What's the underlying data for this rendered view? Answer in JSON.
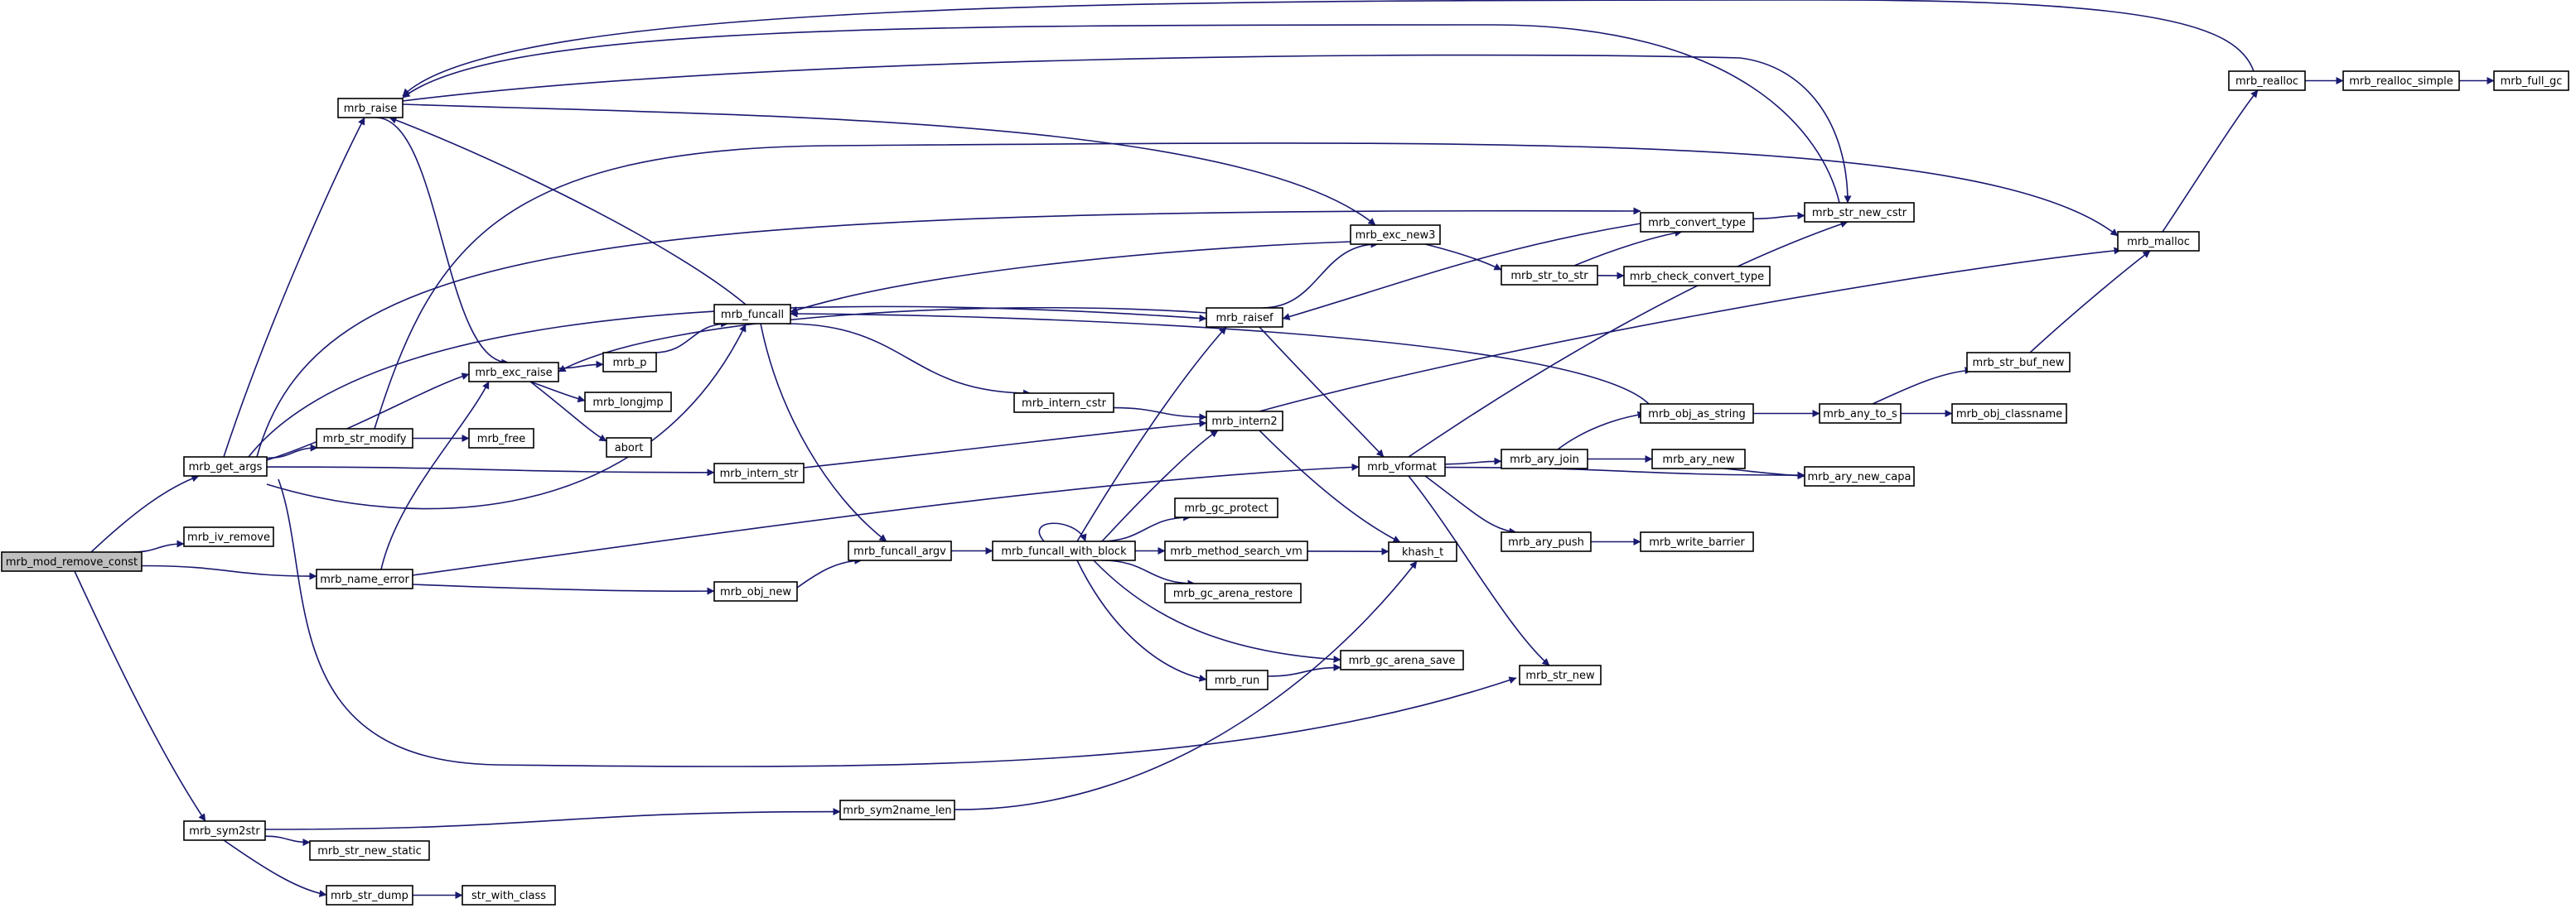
{
  "graph": {
    "colors": {
      "edge": "#191970",
      "node_border": "#000000",
      "truncated_border": "#ff0000",
      "root_fill": "#bfbfbf",
      "node_fill": "#ffffff"
    },
    "nodes": [
      {
        "id": "mrb_mod_remove_const",
        "label": "mrb_mod_remove_const",
        "root": true
      },
      {
        "id": "mrb_get_args",
        "label": "mrb_get_args"
      },
      {
        "id": "mrb_iv_remove",
        "label": "mrb_iv_remove"
      },
      {
        "id": "mrb_name_error",
        "label": "mrb_name_error"
      },
      {
        "id": "mrb_sym2str",
        "label": "mrb_sym2str"
      },
      {
        "id": "mrb_raise",
        "label": "mrb_raise"
      },
      {
        "id": "mrb_str_modify",
        "label": "mrb_str_modify"
      },
      {
        "id": "mrb_exc_raise",
        "label": "mrb_exc_raise"
      },
      {
        "id": "mrb_p",
        "label": "mrb_p"
      },
      {
        "id": "mrb_longjmp",
        "label": "mrb_longjmp"
      },
      {
        "id": "abort",
        "label": "abort"
      },
      {
        "id": "mrb_free",
        "label": "mrb_free"
      },
      {
        "id": "mrb_funcall",
        "label": "mrb_funcall"
      },
      {
        "id": "mrb_intern_str",
        "label": "mrb_intern_str"
      },
      {
        "id": "mrb_obj_new",
        "label": "mrb_obj_new"
      },
      {
        "id": "mrb_intern_cstr",
        "label": "mrb_intern_cstr"
      },
      {
        "id": "mrb_funcall_argv",
        "label": "mrb_funcall_argv"
      },
      {
        "id": "mrb_funcall_with_block",
        "label": "mrb_funcall_with_block"
      },
      {
        "id": "mrb_intern2",
        "label": "mrb_intern2"
      },
      {
        "id": "mrb_raisef",
        "label": "mrb_raisef"
      },
      {
        "id": "mrb_exc_new3",
        "label": "mrb_exc_new3"
      },
      {
        "id": "mrb_gc_protect",
        "label": "mrb_gc_protect"
      },
      {
        "id": "mrb_method_search_vm",
        "label": "mrb_method_search_vm"
      },
      {
        "id": "mrb_gc_arena_restore",
        "label": "mrb_gc_arena_restore"
      },
      {
        "id": "mrb_gc_arena_save",
        "label": "mrb_gc_arena_save"
      },
      {
        "id": "mrb_run",
        "label": "mrb_run"
      },
      {
        "id": "khash_t",
        "label": "khash_t"
      },
      {
        "id": "mrb_vformat",
        "label": "mrb_vformat"
      },
      {
        "id": "mrb_str_new",
        "label": "mrb_str_new"
      },
      {
        "id": "mrb_str_to_str",
        "label": "mrb_str_to_str"
      },
      {
        "id": "mrb_convert_type",
        "label": "mrb_convert_type"
      },
      {
        "id": "mrb_check_convert_type",
        "label": "mrb_check_convert_type"
      },
      {
        "id": "mrb_str_new_cstr",
        "label": "mrb_str_new_cstr"
      },
      {
        "id": "mrb_ary_join",
        "label": "mrb_ary_join"
      },
      {
        "id": "mrb_ary_new",
        "label": "mrb_ary_new"
      },
      {
        "id": "mrb_ary_new_capa",
        "label": "mrb_ary_new_capa"
      },
      {
        "id": "mrb_ary_push",
        "label": "mrb_ary_push"
      },
      {
        "id": "mrb_write_barrier",
        "label": "mrb_write_barrier"
      },
      {
        "id": "mrb_obj_as_string",
        "label": "mrb_obj_as_string"
      },
      {
        "id": "mrb_any_to_s",
        "label": "mrb_any_to_s",
        "truncated": true
      },
      {
        "id": "mrb_obj_classname",
        "label": "mrb_obj_classname",
        "truncated": true
      },
      {
        "id": "mrb_str_buf_new",
        "label": "mrb_str_buf_new"
      },
      {
        "id": "mrb_malloc",
        "label": "mrb_malloc"
      },
      {
        "id": "mrb_realloc",
        "label": "mrb_realloc"
      },
      {
        "id": "mrb_realloc_simple",
        "label": "mrb_realloc_simple"
      },
      {
        "id": "mrb_full_gc",
        "label": "mrb_full_gc"
      },
      {
        "id": "mrb_sym2name_len",
        "label": "mrb_sym2name_len"
      },
      {
        "id": "mrb_str_new_static",
        "label": "mrb_str_new_static"
      },
      {
        "id": "mrb_str_dump",
        "label": "mrb_str_dump"
      },
      {
        "id": "str_with_class",
        "label": "str_with_class"
      }
    ],
    "edges": [
      [
        "mrb_mod_remove_const",
        "mrb_get_args"
      ],
      [
        "mrb_mod_remove_const",
        "mrb_iv_remove"
      ],
      [
        "mrb_mod_remove_const",
        "mrb_name_error"
      ],
      [
        "mrb_mod_remove_const",
        "mrb_sym2str"
      ],
      [
        "mrb_get_args",
        "mrb_raise"
      ],
      [
        "mrb_get_args",
        "mrb_exc_raise"
      ],
      [
        "mrb_get_args",
        "mrb_raisef"
      ],
      [
        "mrb_get_args",
        "mrb_convert_type"
      ],
      [
        "mrb_get_args",
        "mrb_str_modify"
      ],
      [
        "mrb_get_args",
        "mrb_funcall"
      ],
      [
        "mrb_get_args",
        "mrb_intern_str"
      ],
      [
        "mrb_get_args",
        "mrb_str_new"
      ],
      [
        "mrb_str_modify",
        "mrb_free"
      ],
      [
        "mrb_str_modify",
        "mrb_malloc"
      ],
      [
        "mrb_raise",
        "mrb_exc_raise"
      ],
      [
        "mrb_raise",
        "mrb_exc_new3"
      ],
      [
        "mrb_raise",
        "mrb_str_new_cstr"
      ],
      [
        "mrb_exc_raise",
        "mrb_p"
      ],
      [
        "mrb_exc_raise",
        "mrb_longjmp"
      ],
      [
        "mrb_exc_raise",
        "abort"
      ],
      [
        "mrb_p",
        "mrb_funcall"
      ],
      [
        "mrb_funcall",
        "mrb_raise"
      ],
      [
        "mrb_funcall",
        "mrb_intern_cstr"
      ],
      [
        "mrb_funcall",
        "mrb_funcall_argv"
      ],
      [
        "mrb_intern_cstr",
        "mrb_intern2"
      ],
      [
        "mrb_intern_str",
        "mrb_intern2"
      ],
      [
        "mrb_name_error",
        "mrb_exc_raise"
      ],
      [
        "mrb_name_error",
        "mrb_vformat"
      ],
      [
        "mrb_name_error",
        "mrb_obj_new"
      ],
      [
        "mrb_obj_new",
        "mrb_funcall_argv"
      ],
      [
        "mrb_funcall_argv",
        "mrb_funcall_with_block"
      ],
      [
        "mrb_funcall_with_block",
        "mrb_funcall_with_block"
      ],
      [
        "mrb_funcall_with_block",
        "mrb_raisef"
      ],
      [
        "mrb_funcall_with_block",
        "mrb_intern2"
      ],
      [
        "mrb_funcall_with_block",
        "mrb_gc_protect"
      ],
      [
        "mrb_funcall_with_block",
        "mrb_method_search_vm"
      ],
      [
        "mrb_funcall_with_block",
        "mrb_gc_arena_restore"
      ],
      [
        "mrb_funcall_with_block",
        "mrb_gc_arena_save"
      ],
      [
        "mrb_funcall_with_block",
        "mrb_run"
      ],
      [
        "mrb_run",
        "mrb_gc_arena_save"
      ],
      [
        "mrb_method_search_vm",
        "khash_t"
      ],
      [
        "mrb_intern2",
        "khash_t"
      ],
      [
        "mrb_intern2",
        "mrb_malloc"
      ],
      [
        "mrb_raisef",
        "mrb_exc_raise"
      ],
      [
        "mrb_raisef",
        "mrb_exc_new3"
      ],
      [
        "mrb_raisef",
        "mrb_vformat"
      ],
      [
        "mrb_exc_new3",
        "mrb_funcall"
      ],
      [
        "mrb_exc_new3",
        "mrb_str_to_str"
      ],
      [
        "mrb_str_to_str",
        "mrb_convert_type"
      ],
      [
        "mrb_str_to_str",
        "mrb_check_convert_type"
      ],
      [
        "mrb_convert_type",
        "mrb_raisef"
      ],
      [
        "mrb_convert_type",
        "mrb_str_new_cstr"
      ],
      [
        "mrb_str_new_cstr",
        "mrb_raise"
      ],
      [
        "mrb_vformat",
        "mrb_str_new_cstr"
      ],
      [
        "mrb_vformat",
        "mrb_ary_join"
      ],
      [
        "mrb_vformat",
        "mrb_ary_new_capa"
      ],
      [
        "mrb_vformat",
        "mrb_ary_push"
      ],
      [
        "mrb_vformat",
        "mrb_str_new"
      ],
      [
        "mrb_ary_join",
        "mrb_obj_as_string"
      ],
      [
        "mrb_ary_join",
        "mrb_ary_new"
      ],
      [
        "mrb_ary_new",
        "mrb_ary_new_capa"
      ],
      [
        "mrb_ary_push",
        "mrb_write_barrier"
      ],
      [
        "mrb_obj_as_string",
        "mrb_funcall"
      ],
      [
        "mrb_obj_as_string",
        "mrb_any_to_s"
      ],
      [
        "mrb_any_to_s",
        "mrb_str_buf_new"
      ],
      [
        "mrb_any_to_s",
        "mrb_obj_classname"
      ],
      [
        "mrb_str_buf_new",
        "mrb_malloc"
      ],
      [
        "mrb_malloc",
        "mrb_realloc"
      ],
      [
        "mrb_realloc",
        "mrb_raise"
      ],
      [
        "mrb_realloc",
        "mrb_realloc_simple"
      ],
      [
        "mrb_realloc_simple",
        "mrb_full_gc"
      ],
      [
        "mrb_sym2str",
        "mrb_sym2name_len"
      ],
      [
        "mrb_sym2str",
        "mrb_str_new_static"
      ],
      [
        "mrb_sym2str",
        "mrb_str_dump"
      ],
      [
        "mrb_sym2name_len",
        "khash_t"
      ],
      [
        "mrb_str_dump",
        "str_with_class"
      ]
    ]
  }
}
